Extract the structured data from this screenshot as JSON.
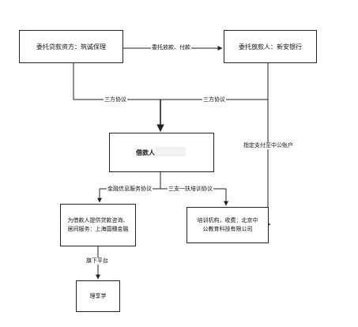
{
  "nodes": {
    "lender": "委托贷款资方：筑诚保理",
    "bank": "委托放款人：新安银行",
    "borrower": "借款人",
    "service_line1": "为借款人提供贷款咨询、",
    "service_line2": "居间服务：上海国穗金融",
    "training_line1": "培训机构，收费：北京中",
    "training_line2": "公教育科技有限公司",
    "lixiang": "理享学"
  },
  "edges": {
    "lend_pay": "委托放款、付款",
    "tripartite_left": "三方协议",
    "tripartite_right": "三方协议",
    "pay_to_account": "指定支付至中公账户",
    "finance_service": "金融信息服务协议",
    "support_training": "三支一扶培训协议",
    "subsidiary_platform": "旗下平台"
  }
}
